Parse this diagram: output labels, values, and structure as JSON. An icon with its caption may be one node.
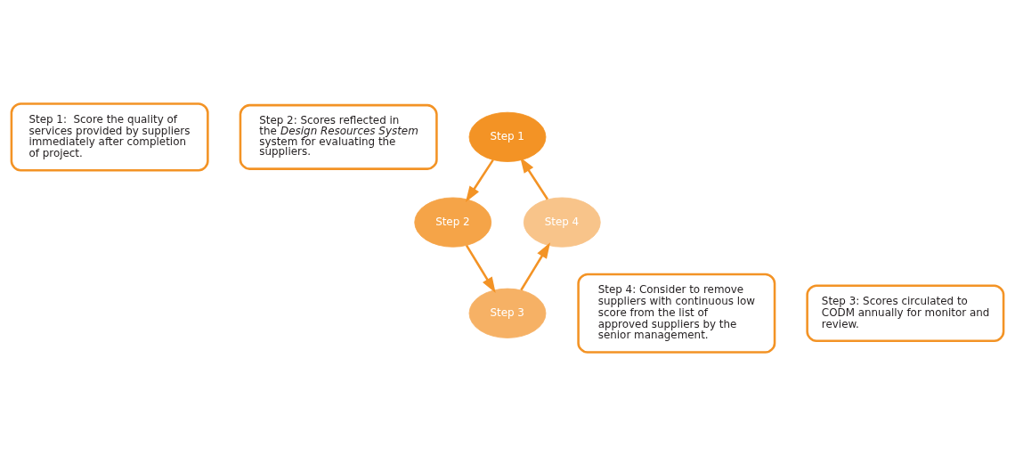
{
  "diagram": {
    "nodes": [
      {
        "text": [
          "Step 1:  Score the quality of services provided by suppliers immediately after completion of project."
        ]
      },
      {
        "text": [
          "Step 2: Scores reflected in the *Design Resources System* system for evaluating the suppliers."
        ]
      },
      {
        "text": [
          "Step 1"
        ]
      },
      {
        "text": [
          "Step 2"
        ]
      },
      {
        "text": [
          "Step 4"
        ]
      },
      {
        "text": [
          "Step 3"
        ]
      },
      {
        "text": [
          "Step 4: Consider to remove suppliers with continuous low score from the list of approved suppliers by the senior management."
        ]
      },
      {
        "text": [
          "Step 3: Scores circulated to CODM annually for monitor and review."
        ]
      }
    ],
    "edges": [
      {
        "from": 2,
        "to": 3,
        "arrow": "to"
      },
      {
        "from": 3,
        "to": 5,
        "arrow": "to"
      },
      {
        "from": 5,
        "to": 4,
        "arrow": "to"
      },
      {
        "from": 4,
        "to": 2,
        "arrow": "to"
      }
    ]
  }
}
